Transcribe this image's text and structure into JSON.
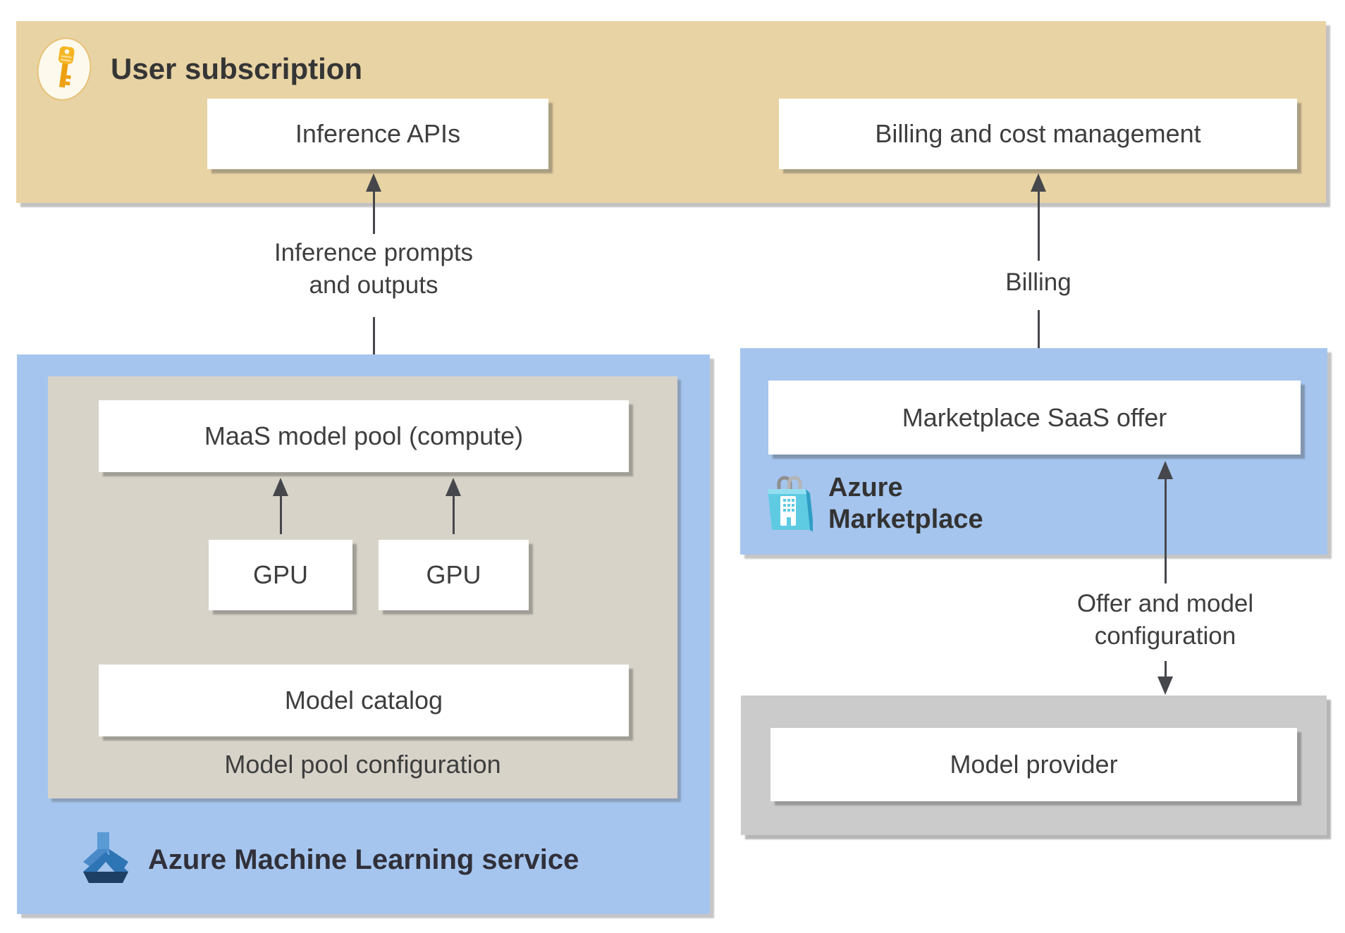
{
  "user_subscription": {
    "title": "User subscription",
    "inference_apis": "Inference APIs",
    "billing_box": "Billing and cost management"
  },
  "flows": {
    "inference_line1": "Inference prompts",
    "inference_line2": "and outputs",
    "billing": "Billing",
    "offer_line1": "Offer and model",
    "offer_line2": "configuration"
  },
  "aml": {
    "title": "Azure Machine Learning service",
    "maas_pool": "MaaS model pool (compute)",
    "gpu1": "GPU",
    "gpu2": "GPU",
    "model_catalog": "Model catalog",
    "pool_config_caption": "Model pool configuration"
  },
  "marketplace": {
    "title_line1": "Azure",
    "title_line2": "Marketplace",
    "saas_offer": "Marketplace SaaS offer"
  },
  "provider": {
    "model_provider": "Model provider"
  },
  "icons": {
    "key": "key-icon",
    "marketplace_bag": "shopping-bag-icon",
    "aml_flask": "flask-icon"
  },
  "connections": [
    {
      "from": "MaaS model pool (compute)",
      "to": "Inference APIs",
      "label": "Inference prompts and outputs",
      "style": "bidirectional"
    },
    {
      "from": "Marketplace SaaS offer",
      "to": "Billing and cost management",
      "label": "Billing",
      "style": "bidirectional"
    },
    {
      "from": "GPU",
      "to": "MaaS model pool (compute)",
      "label": "",
      "style": "up"
    },
    {
      "from": "Model provider",
      "to": "Marketplace SaaS offer",
      "label": "Offer and model configuration",
      "style": "up-down"
    }
  ],
  "colors": {
    "subscription_band": "#e8d3a4",
    "azure_band": "#a5c5ee",
    "pool_config_band": "#d7d3c9",
    "provider_band": "#cbcbcb",
    "node_fill": "#ffffff",
    "arrow": "#46474c",
    "text": "#3e3e3e",
    "bag_cyan": "#5fcbe3",
    "key_gold": "#f3ae1b",
    "flask_blue": "#2e75b5"
  }
}
